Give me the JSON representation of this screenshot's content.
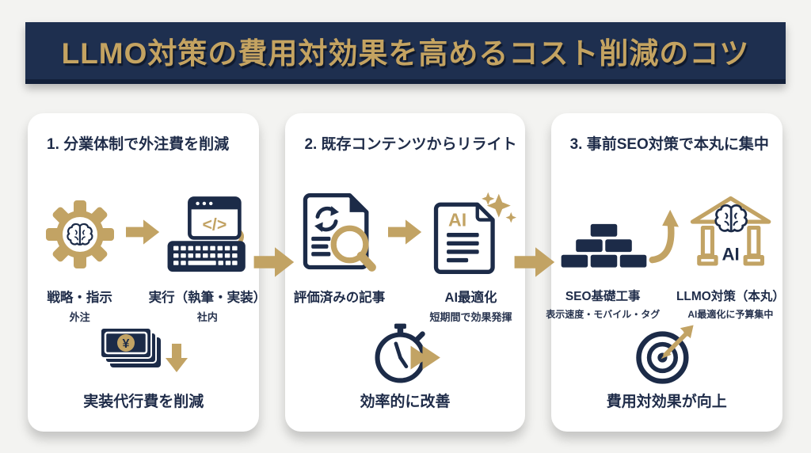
{
  "banner": {
    "title": "LLMO対策の費用対効果を高めるコスト削減のコツ"
  },
  "colors": {
    "navy_banner": "#1e2f4f",
    "navy_icon": "#1c2b48",
    "gold": "#c2a364",
    "background": "#f3f3f1",
    "card_background": "#ffffff",
    "heading_text": "#1f2c49"
  },
  "cards": [
    {
      "heading": "1. 分業体制で外注費を削減",
      "left": {
        "icon": "gear-brain-icon",
        "label": "戦略・指示",
        "sublabel": "外注"
      },
      "arrow_icon": "right-arrow-icon",
      "right": {
        "icon": "code-keyboard-icon",
        "icon_text": "</>",
        "label": "実行（執筆・実装）",
        "sublabel": "社内"
      },
      "result": {
        "icon": "money-decrease-icon",
        "icon_text": "¥",
        "label": "実装代行費を削減"
      }
    },
    {
      "heading": "2. 既存コンテンツからリライト",
      "left": {
        "icon": "document-refresh-search-icon",
        "label": "評価済みの記事",
        "sublabel": ""
      },
      "arrow_icon": "right-arrow-icon",
      "right": {
        "icon": "ai-document-sparkle-icon",
        "icon_text": "AI",
        "label": "AI最適化",
        "sublabel": "短期間で効果発揮"
      },
      "result": {
        "icon": "stopwatch-fast-icon",
        "label": "効率的に改善"
      }
    },
    {
      "heading": "3. 事前SEO対策で本丸に集中",
      "left": {
        "icon": "bricks-icon",
        "label": "SEO基礎工事",
        "sublabel": "表示速度・モバイル・タグ"
      },
      "arrow_icon": "curved-up-arrow-icon",
      "right": {
        "icon": "ai-temple-brain-icon",
        "icon_text": "AI",
        "label": "LLMO対策（本丸）",
        "sublabel": "AI最適化に予算集中"
      },
      "result": {
        "icon": "target-dart-icon",
        "label": "費用対効果が向上"
      }
    }
  ]
}
